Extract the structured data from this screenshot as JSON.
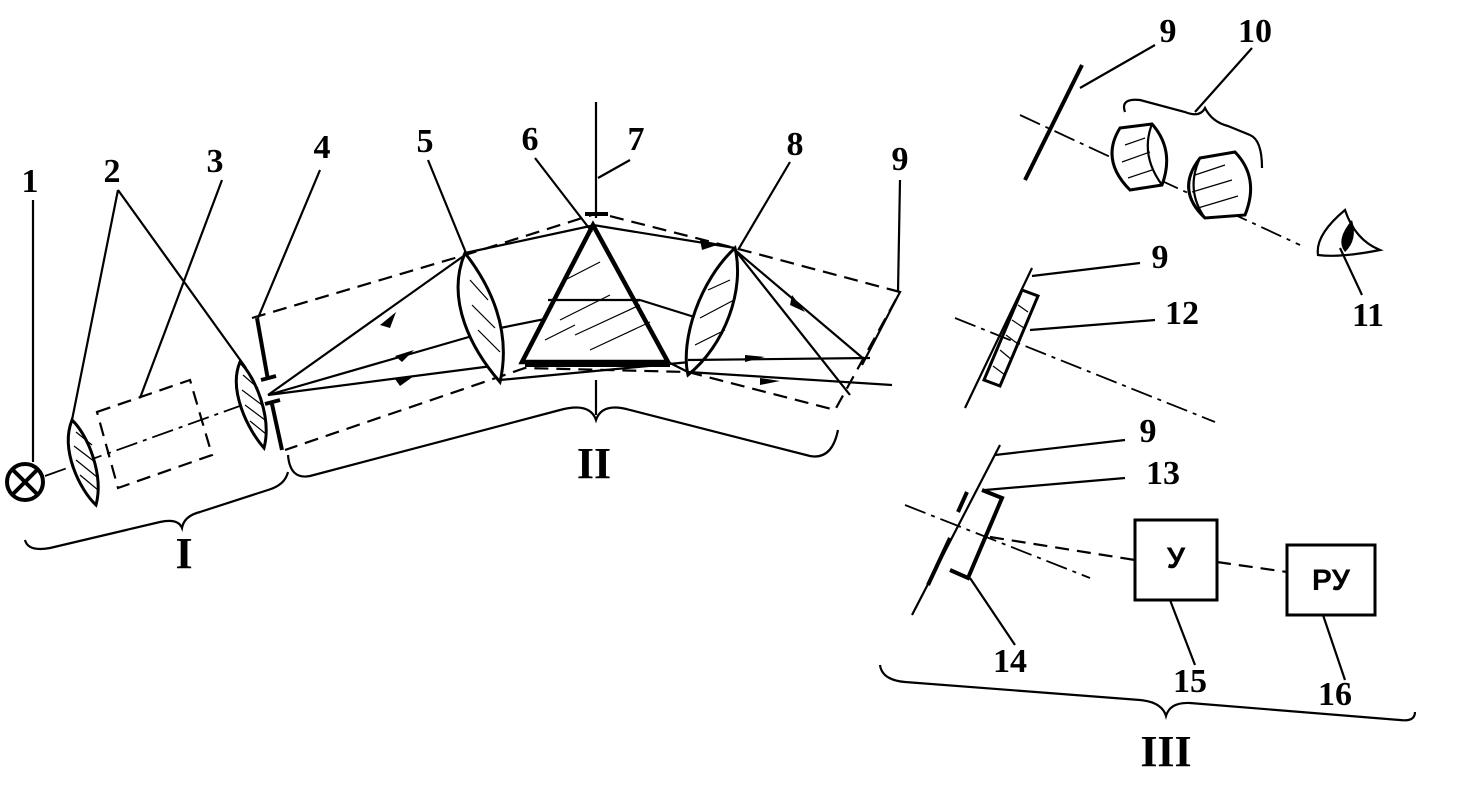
{
  "labels": {
    "n1": "1",
    "n2": "2",
    "n3": "3",
    "n4": "4",
    "n5": "5",
    "n6": "6",
    "n7": "7",
    "n8": "8",
    "n9a": "9",
    "n9b": "9",
    "n9c": "9",
    "n9d": "9",
    "n10": "10",
    "n11": "11",
    "n12": "12",
    "n13": "13",
    "n14": "14",
    "n15": "15",
    "n16": "16"
  },
  "groups": {
    "g1": "I",
    "g2": "II",
    "g3": "III"
  },
  "boxes": {
    "amplifier": "У",
    "recorder": "РУ"
  }
}
